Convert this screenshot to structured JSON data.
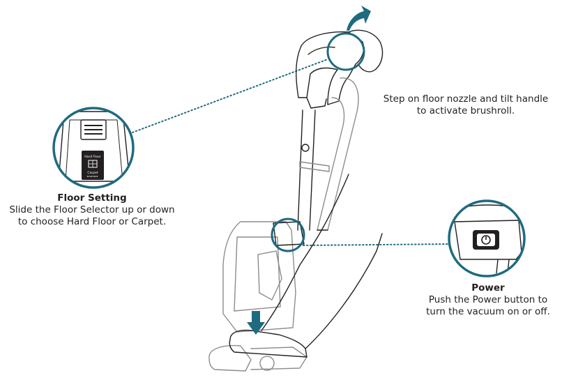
{
  "colors": {
    "accent": "#1e6b80",
    "line": "#231f20",
    "light_line": "#9a9a9a"
  },
  "icons": [
    "tilt-arrow-icon",
    "down-arrow-icon",
    "power-icon",
    "floor-selector-icon"
  ],
  "callouts": {
    "tilt": {
      "text_line1": "Step on floor nozzle and tilt handle",
      "text_line2": "to activate brushroll."
    },
    "floor_setting": {
      "title": "Floor Setting",
      "text_line1": "Slide the Floor Selector up or down",
      "text_line2": "to choose Hard Floor or Carpet."
    },
    "power": {
      "title": "Power",
      "text_line1": "Push the Power button to",
      "text_line2": "turn the vacuum on or off."
    }
  },
  "selector_labels": {
    "hard_floor": "Hard Floor",
    "carpet": "Carpet"
  }
}
